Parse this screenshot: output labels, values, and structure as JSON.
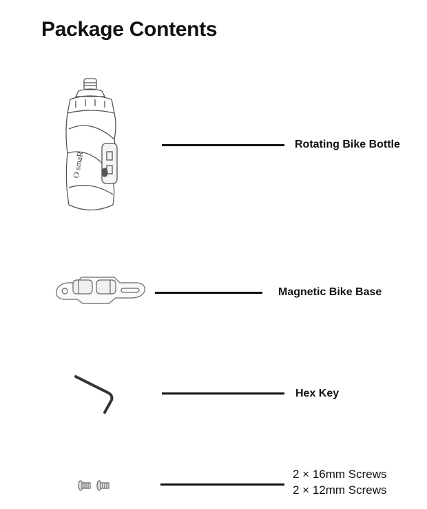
{
  "title": "Package Contents",
  "items": [
    {
      "label": "Rotating Bike Bottle",
      "icon": "bottle-icon",
      "logo_text": "smaR"
    },
    {
      "label": "Magnetic Bike Base",
      "icon": "magnetic-base-icon"
    },
    {
      "label": "Hex Key",
      "icon": "hex-key-icon"
    },
    {
      "label_lines": [
        "2 × 16mm Screws",
        "2 × 12mm Screws"
      ],
      "icon": "screws-icon"
    }
  ]
}
